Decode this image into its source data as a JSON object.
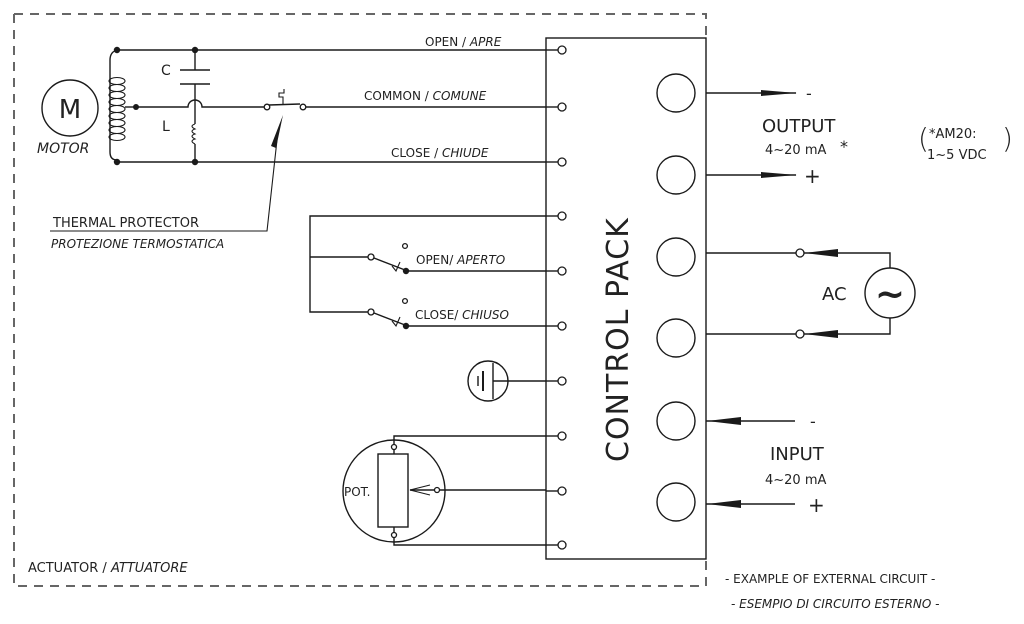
{
  "actuator": {
    "label": "ACTUATOR / ",
    "label_it": "ATTUATORE"
  },
  "motor": {
    "symbol": "M",
    "label": "MOTOR",
    "capacitor_label": "C",
    "inductor_label": "L"
  },
  "thermal_protector": {
    "label": "THERMAL PROTECTOR",
    "label_it": "PROTEZIONE TERMOSTATICA"
  },
  "motor_lines": [
    {
      "label": "OPEN / ",
      "label_it": "APRE"
    },
    {
      "label": "COMMON / ",
      "label_it": "COMUNE"
    },
    {
      "label": "CLOSE / ",
      "label_it": "CHIUDE"
    }
  ],
  "limit_switches": [
    {
      "label": "OPEN/ ",
      "label_it": "APERTO"
    },
    {
      "label": "CLOSE/ ",
      "label_it": "CHIUSO"
    }
  ],
  "potentiometer": {
    "label": "POT."
  },
  "control_pack": {
    "label": "CONTROL PACK"
  },
  "output": {
    "title": "OUTPUT",
    "range": "4~20 mA",
    "asterisk": "*",
    "minus": "-",
    "plus": "+",
    "note_line1": "*AM20:",
    "note_line2": "1~5 VDC"
  },
  "ac_source": {
    "label": "AC",
    "symbol": "~"
  },
  "input": {
    "title": "INPUT",
    "range": "4~20 mA",
    "minus": "-",
    "plus": "+"
  },
  "external_note": {
    "line1": "- EXAMPLE OF EXTERNAL CIRCUIT -",
    "line2": "- ESEMPIO DI CIRCUITO ESTERNO -"
  }
}
